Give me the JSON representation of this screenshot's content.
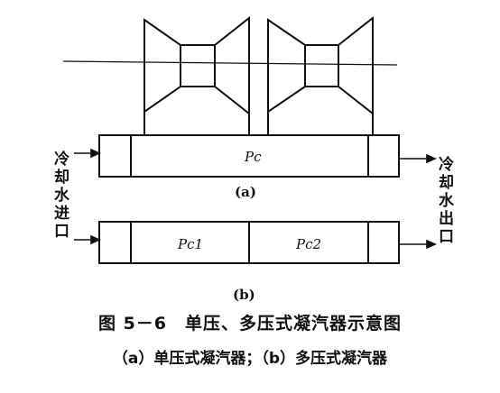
{
  "diagram": {
    "label_a_pressure": "Pc",
    "label_a_pressure_sub": "",
    "label_b_pressure1": "Pc1",
    "label_b_pressure2": "Pc2",
    "sub_a": "(a)",
    "sub_b": "(b)",
    "inlet_label": [
      "冷",
      "却",
      "水",
      "进",
      "口"
    ],
    "outlet_label": [
      "冷",
      "却",
      "水",
      "出",
      "口"
    ]
  },
  "caption": {
    "line1": "图 5－6　单压、多压式凝汽器示意图",
    "line2": "（a）单压式凝汽器；（b）多压式凝汽器"
  }
}
